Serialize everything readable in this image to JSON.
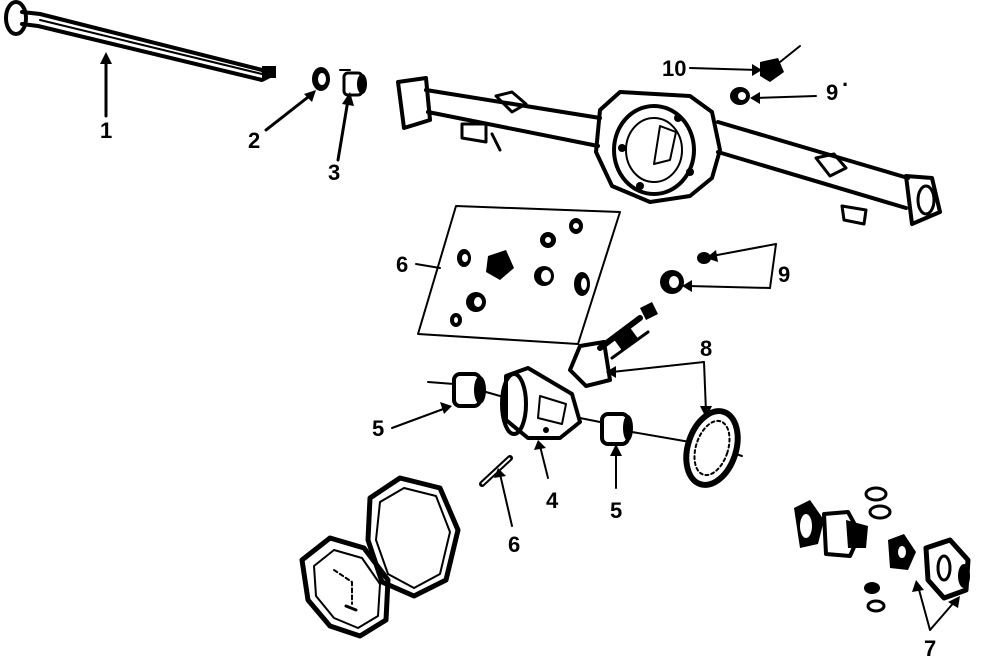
{
  "diagram": {
    "callouts": {
      "axle_shaft": "1",
      "seal": "2",
      "bearing": "3",
      "carrier": "4",
      "side_bearing_left": "5",
      "side_bearing_right": "5",
      "gear_kit": "6",
      "pin": "6",
      "diff_kit": "7",
      "ring_pinion": "8",
      "pinion_parts": "9",
      "pinion_nut_top": "9",
      "vent": "10"
    },
    "callout_marks": {
      "pinion_nut_top": "·"
    },
    "colors": {
      "ink": "#000000",
      "paper": "#ffffff"
    }
  }
}
